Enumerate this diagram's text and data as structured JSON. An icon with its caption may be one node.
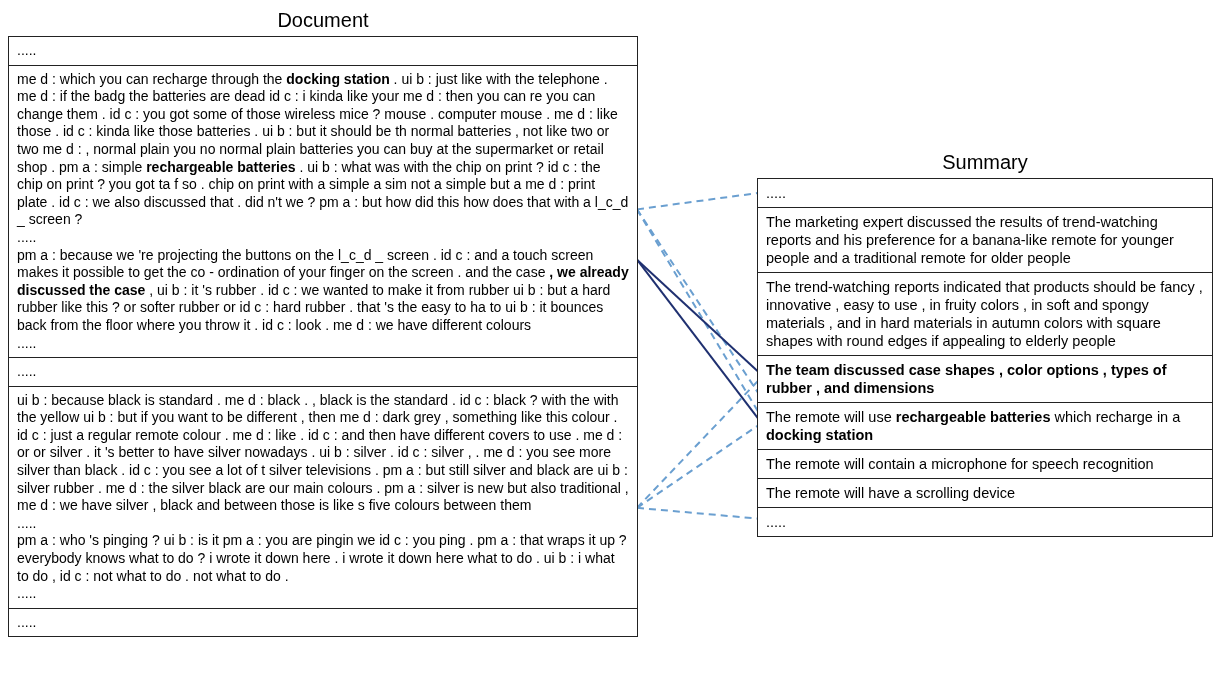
{
  "diagram": {
    "nodes": [
      {
        "text": [
          "Document"
        ]
      },
      {
        "text": [
          "....."
        ],
        "in": 0
      },
      {
        "text": [
          "me d : which you can recharge through the **docking station** . ui b : just like with the telephone . me d : if the badg the batteries are dead id c : i kinda like your me d : then you can re you can change them . id c : you got some of those wireless mice ? mouse . computer mouse . me d : like those . id c : kinda like those batteries . ui b : but it should be th normal batteries , not like two or two me d : , normal plain you no normal plain batteries you can buy at the supermarket or retail shop . pm a : simple **rechargeable batteries** . ui b : what was with the chip on print ? id c : the chip on print ? you got ta f so . chip on print with a simple a sim not a simple but a me d : print plate . id c : we also discussed that . did n't we ? pm a : but how did this how does that with a l_c_d _ screen ?",
          ".....",
          "pm a : because we 're projecting the buttons on the l_c_d _ screen . id c : and a touch screen makes it possible to get the co - ordination of your finger on the screen . and the case **, we already discussed the case** , ui b : it 's rubber . id c : we wanted to make it from rubber ui b : but a hard rubber like this ? or softer rubber or id c : hard rubber . that 's the easy to ha to ui b : it bounces back from the floor where you throw it . id c : look . me d : we have different colours",
          "....."
        ],
        "in": 0
      },
      {
        "text": [
          "....."
        ],
        "in": 0
      },
      {
        "text": [
          "ui b : because black is standard . me d : black . , black is the standard . id c : black ? with the with the yellow ui b : but if you want to be different , then me d : dark grey , something like this colour . id c : just a regular remote colour . me d : like . id c : and then have different covers to use . me d : or or silver . it 's better to have silver nowadays . ui b : silver . id c : silver , . me d : you see more silver than black . id c : you see a lot of t silver televisions . pm a : but still silver and black are ui b : silver rubber . me d : the silver black are our main colours . pm a : silver is new but also traditional , me d : we have silver , black and between those is like s five colours between them",
          ".....",
          "pm a : who 's pinging ? ui b : is it pm a : you are pingin we id c : you ping . pm a : that wraps it up ? everybody knows what to do ? i wrote it down here . i wrote it down here what to do . ui b : i what to do , id c : not what to do . not what to do .",
          "....."
        ],
        "in": 0
      },
      {
        "text": [
          "....."
        ],
        "in": 0
      },
      {
        "text": [
          "Summary"
        ]
      },
      {
        "text": [
          "....."
        ],
        "in": 6
      },
      {
        "text": [
          "The marketing expert discussed the results of trend-watching reports and his preference for a banana-like remote for younger people and a traditional remote for older people"
        ],
        "in": 6
      },
      {
        "text": [
          "The trend-watching reports indicated that products should be fancy , innovative , easy to use , in fruity colors , in soft and spongy materials , and in hard materials in autumn colors with square shapes with round edges if appealing to elderly people"
        ],
        "in": 6
      },
      {
        "text": [
          "The team discussed case shapes , color options , types of rubber , and dimensions"
        ],
        "in": 6
      },
      {
        "text": [
          "The remote will use **rechargeable batteries** which recharge in a **docking station**"
        ],
        "in": 6
      },
      {
        "text": [
          "The remote will contain a microphone for speech recognition"
        ],
        "in": 6
      },
      {
        "text": [
          "The remote will have a scrolling device"
        ],
        "in": 6
      },
      {
        "text": [
          "....."
        ],
        "in": 6
      }
    ],
    "edges": [
      {
        "from": 2,
        "to": 7,
        "arrow": "none",
        "style": "dashed"
      },
      {
        "from": 2,
        "to": 10,
        "arrow": "none",
        "style": "dashed"
      },
      {
        "from": 2,
        "to": 11,
        "arrow": "none",
        "style": "dashed"
      },
      {
        "from": 2,
        "to": 10,
        "arrow": "none",
        "color": "#1f3070"
      },
      {
        "from": 2,
        "to": 11,
        "arrow": "none",
        "color": "#1f3070"
      },
      {
        "from": 4,
        "to": 10,
        "arrow": "none",
        "style": "dashed"
      },
      {
        "from": 4,
        "to": 11,
        "arrow": "none",
        "style": "dashed"
      },
      {
        "from": 4,
        "to": 14,
        "arrow": "none",
        "style": "dashed"
      }
    ]
  }
}
